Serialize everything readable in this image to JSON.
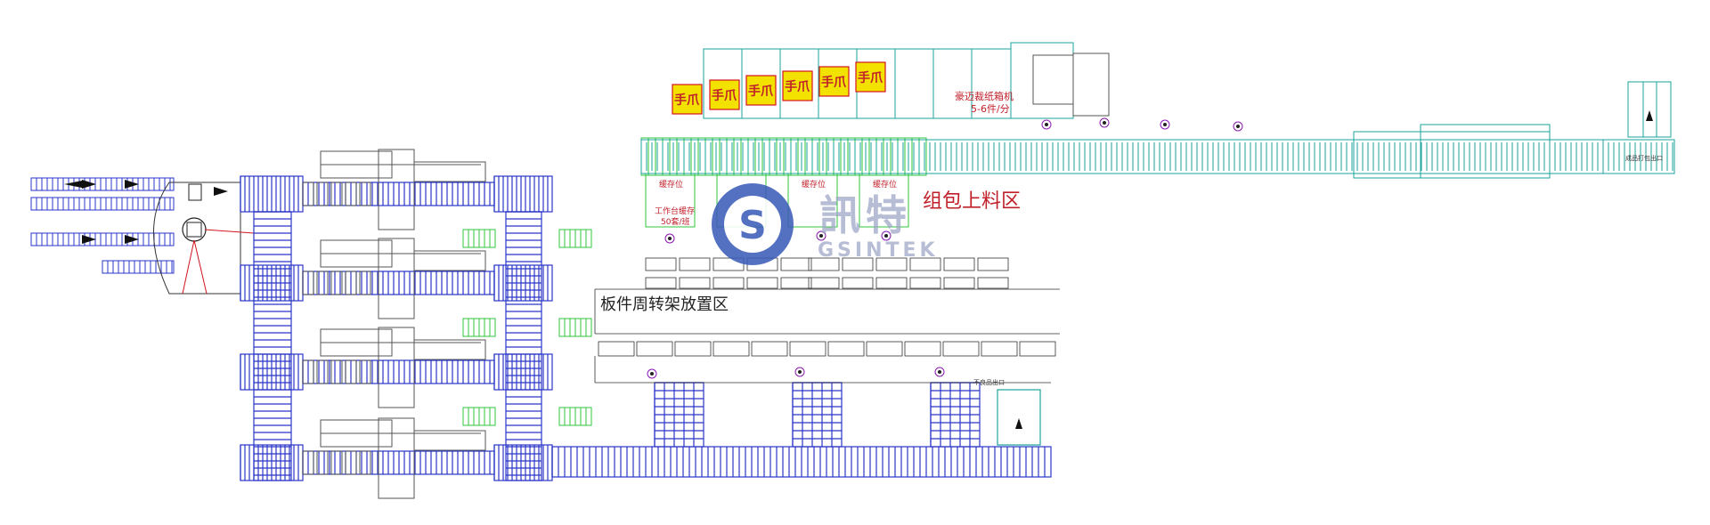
{
  "labels": {
    "board_rack_area": "板件周转架放置区",
    "package_loading_area": "组包上料区",
    "carton_machine": "豪迈裁纸箱机",
    "carton_rate": "5-6件/分",
    "station": "缓存位",
    "station_work": "工作台缓存",
    "station_count": "50套/班",
    "exit_mark": "不良品出口",
    "right_station_note": "成品打包出口"
  },
  "cartons": [
    "手爪",
    "手爪",
    "手爪",
    "手爪",
    "手爪",
    "手爪"
  ],
  "watermark": {
    "cn": "訊特",
    "en": "GSINTEK",
    "logo_letter": "S"
  },
  "colors": {
    "blue": "#2a35c8",
    "teal": "#1aa39b",
    "green": "#2fc43a",
    "yellow": "#f3e200",
    "red": "#d2141e",
    "gray": "#555555",
    "logo_ring": "#3d5db8"
  }
}
